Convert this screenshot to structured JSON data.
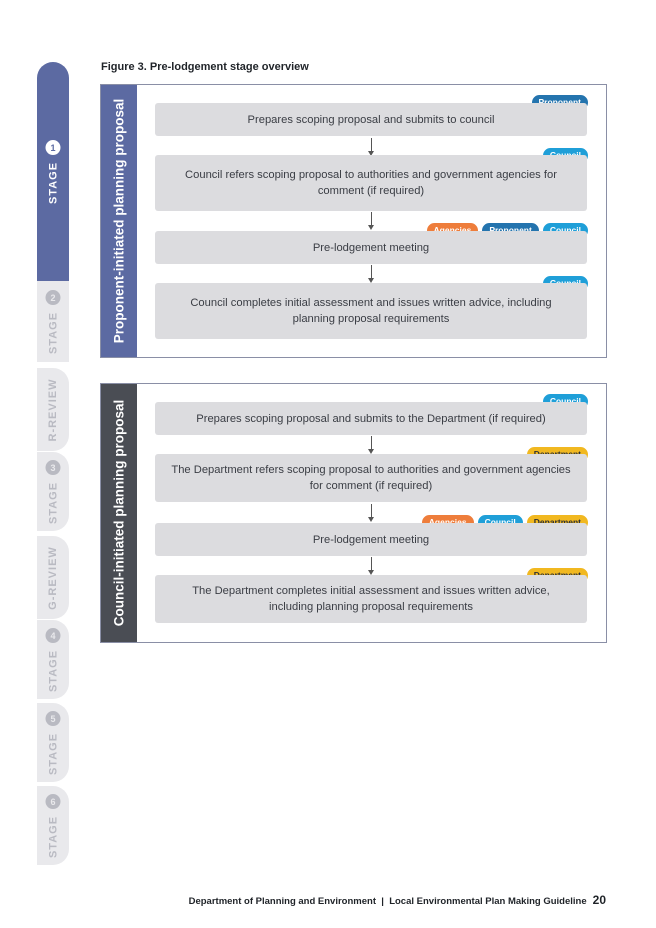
{
  "side_tabs": [
    {
      "label": "STAGE",
      "num": "1",
      "active": true
    },
    {
      "label": "STAGE",
      "num": "2",
      "active": false
    },
    {
      "label": "R-REVIEW",
      "num": "",
      "active": false
    },
    {
      "label": "STAGE",
      "num": "3",
      "active": false
    },
    {
      "label": "G-REVIEW",
      "num": "",
      "active": false
    },
    {
      "label": "STAGE",
      "num": "4",
      "active": false
    },
    {
      "label": "STAGE",
      "num": "5",
      "active": false
    },
    {
      "label": "STAGE",
      "num": "6",
      "active": false
    }
  ],
  "figure_title": "Figure 3. Pre-lodgement stage overview",
  "colors": {
    "proponent": "#2474ae",
    "council": "#1f9fd8",
    "agencies": "#ee7d3b",
    "department": "#f1b820",
    "panel1_side": "#5c6aa2",
    "panel2_side": "#4a4d54"
  },
  "panels": [
    {
      "title": "Proponent-initiated planning proposal",
      "steps": [
        {
          "text": "Prepares scoping proposal and submits to council",
          "tags": [
            "Proponent"
          ]
        },
        {
          "text": "Council refers scoping proposal to authorities and government agencies for comment (if required)",
          "tags": [
            "Council"
          ]
        },
        {
          "text": "Pre-lodgement meeting",
          "tags": [
            "Agencies",
            "Proponent",
            "Council"
          ]
        },
        {
          "text": "Council completes initial assessment and issues written advice, including planning proposal requirements",
          "tags": [
            "Council"
          ]
        }
      ]
    },
    {
      "title": "Council-initiated planning proposal",
      "steps": [
        {
          "text": "Prepares scoping proposal and submits to the Department (if required)",
          "tags": [
            "Council"
          ]
        },
        {
          "text": "The Department refers scoping proposal to authorities and government agencies for comment (if required)",
          "tags": [
            "Department"
          ]
        },
        {
          "text": "Pre-lodgement meeting",
          "tags": [
            "Agencies",
            "Council",
            "Department"
          ]
        },
        {
          "text": "The Department completes initial assessment and issues written advice, including planning proposal requirements",
          "tags": [
            "Department"
          ]
        }
      ]
    }
  ],
  "footer": {
    "text": "Department of Planning and Environment  |  Local Environmental Plan Making Guideline",
    "page": "20"
  }
}
